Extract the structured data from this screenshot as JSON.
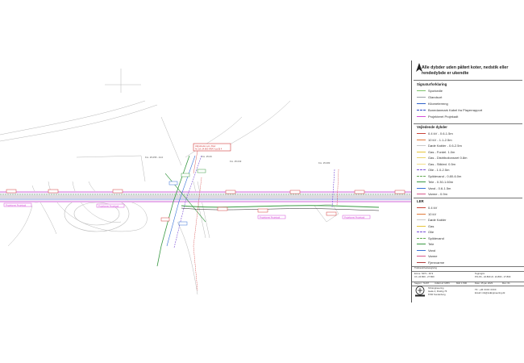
{
  "heading": "Alle dybder uden påført koter, nedstik eller rendedybde er ukendte",
  "sections": {
    "signatures": {
      "title": "Signaturforklaring",
      "items": [
        {
          "label": "Sporkedle",
          "color": "#7cc36a",
          "dash": ""
        },
        {
          "label": "Glandsort",
          "color": "#9aa0a6",
          "dash": ""
        },
        {
          "label": "Kilometermng",
          "color": "#2f62c9",
          "dash": ""
        },
        {
          "label": "Bonedanmark Kabel fra Playerrapport",
          "color": "#2a46c4",
          "dash": "3,1.5"
        },
        {
          "label": "Projekteret Projekadt",
          "color": "#d44fd8",
          "dash": ""
        }
      ]
    },
    "guides": {
      "title": "Vejledende dybder",
      "items": [
        {
          "label": "0.4 kV - 0.6-1.5m",
          "color": "#c9443a",
          "dash": ""
        },
        {
          "label": "10 kV - 1.1-2.5m",
          "color": "#e07b3c",
          "dash": ""
        },
        {
          "label": "Døde Kabler - 0.6-2.5m",
          "color": "#c9c9c9",
          "dash": ""
        },
        {
          "label": "Gas - Fordel. 1.0m",
          "color": "#e6c43a",
          "dash": ""
        },
        {
          "label": "Gas - Distributionsnet 0.8m",
          "color": "#e8d46a",
          "dash": ""
        },
        {
          "label": "Gas - Stikled. 0.5m",
          "color": "#f0dc8a",
          "dash": ""
        },
        {
          "label": "Olie - 1.0-2.5m",
          "color": "#7a4fd6",
          "dash": "3,1.5"
        },
        {
          "label": "Spildevand - 0.80-6.0m",
          "color": "#66aa55",
          "dash": "3,1.5"
        },
        {
          "label": "Tele - 0.30-1.60m",
          "color": "#3a9a44",
          "dash": ""
        },
        {
          "label": "Vand - 0.6-1.5m",
          "color": "#3a73d8",
          "dash": ""
        },
        {
          "label": "Varme - 0.9m",
          "color": "#d85a8c",
          "dash": ""
        }
      ]
    },
    "ler": {
      "title": "LER",
      "items": [
        {
          "label": "0.4 kV",
          "color": "#c9443a",
          "dash": ""
        },
        {
          "label": "10 kV",
          "color": "#e07b3c",
          "dash": ""
        },
        {
          "label": "Døde Kabler",
          "color": "#c9c9c9",
          "dash": ""
        },
        {
          "label": "Gas",
          "color": "#e6c43a",
          "dash": ""
        },
        {
          "label": "Olie",
          "color": "#7a4fd6",
          "dash": "3,1.5"
        },
        {
          "label": "Spildevand",
          "color": "#66aa55",
          "dash": "3,1.5"
        },
        {
          "label": "Tele",
          "color": "#3a9a44",
          "dash": ""
        },
        {
          "label": "Vand",
          "color": "#3a73d8",
          "dash": ""
        },
        {
          "label": "Varme",
          "color": "#d85a8c",
          "dash": ""
        },
        {
          "label": "Fjernvarme",
          "color": "#b04040",
          "dash": ""
        }
      ]
    }
  },
  "title_block": {
    "header": "Tidsbeskrivelsesgiving",
    "row1_left": "Emne: S07L - 46 9",
    "row1_left2": "Ch. 24.800 - 27.800",
    "row1_right": "Tegnnginr.",
    "row1_right2": "PO-K6 - 24.800 ch. 24.800 - 27.800",
    "row2": [
      "Sagsnr: 71297",
      "Udført af: MPN",
      "Mål: 1:500",
      "Dato: 25 jan 2023",
      "Rev: 01"
    ],
    "company": "SS Engineering",
    "address1": "Gade 4, Postbg 76",
    "address2": "6700 Sonderborg",
    "contact1": "Tlf.: +45 XXXX XXXX",
    "contact2": "Email: info@ssEngineering.dk"
  },
  "map_labels": {
    "callout": [
      "Afgrebede Løn. Dær",
      "Nr. 18: 24.803 ÅRA7 (ca.8) 4"
    ],
    "station_a": "Km. 25.055 - 44.0",
    "station_b": "Km. 25.06",
    "station_c": "Km. 25.033",
    "station_d": "Km. 25.083",
    "projected": "Projekteret Projekadt"
  },
  "colors": {
    "magenta": "#d44fd8",
    "green": "#3a9a44",
    "blue": "#3a73d8",
    "red": "#d13a3a",
    "gray_line": "#aaaaaa"
  }
}
